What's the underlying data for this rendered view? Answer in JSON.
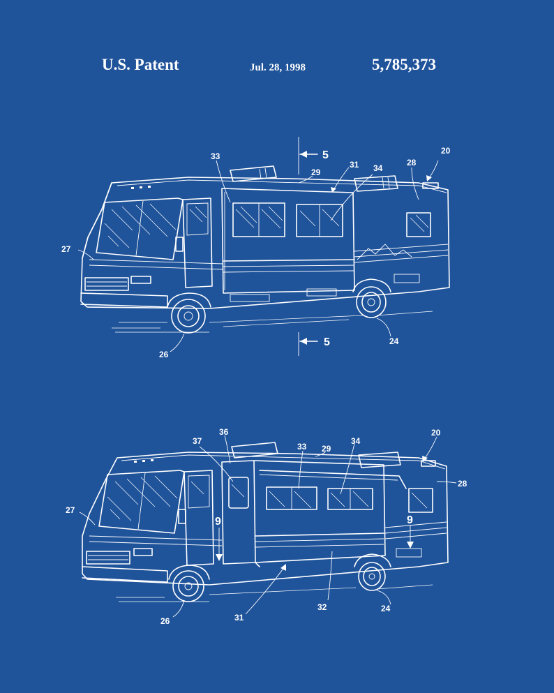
{
  "header": {
    "title": "U.S. Patent",
    "date": "Jul. 28, 1998",
    "patent_number": "5,785,373"
  },
  "figure_top": {
    "section_marker_top": "5",
    "section_marker_bottom": "5",
    "labels": [
      "33",
      "29",
      "31",
      "34",
      "28",
      "20",
      "27",
      "26",
      "24"
    ]
  },
  "figure_bottom": {
    "labels": [
      "37",
      "36",
      "33",
      "29",
      "34",
      "20",
      "28",
      "27",
      "9",
      "9",
      "26",
      "31",
      "32",
      "24"
    ]
  },
  "colors": {
    "background": "#1f539a",
    "line": "#ffffff"
  }
}
